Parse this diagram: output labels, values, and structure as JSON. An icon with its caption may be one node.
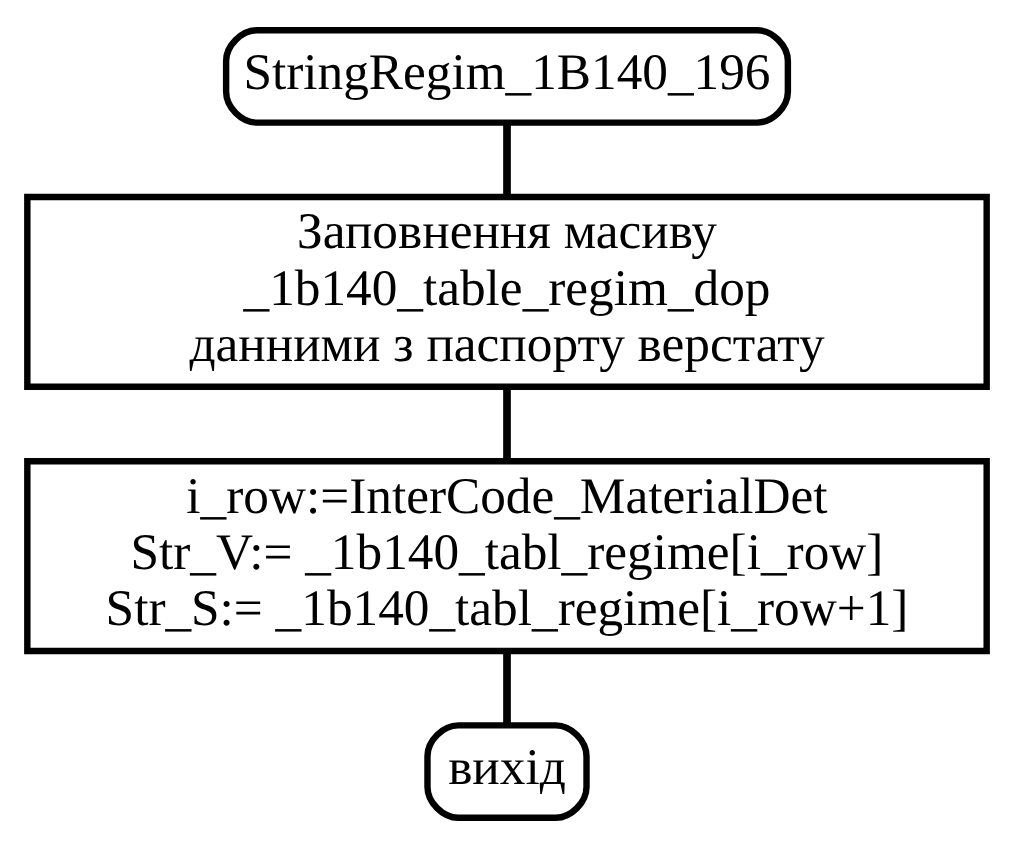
{
  "diagram": {
    "nodes": [
      {
        "text": [
          "StringRegim_1B140_196"
        ]
      },
      {
        "text": [
          "Заповнення масиву _1b140_table_regim_dop данними з паспорту верстату"
        ]
      },
      {
        "text": [
          "i_row:=InterCode_MaterialDet",
          "Str_V:= _1b140_tabl_regime[i_row]",
          "Str_S:= _1b140_tabl_regime[i_row+1]"
        ]
      },
      {
        "text": [
          "вихід"
        ]
      }
    ],
    "edges": [
      {
        "from": 0,
        "to": 1,
        "arrow": "none"
      },
      {
        "from": 1,
        "to": 2,
        "arrow": "none"
      },
      {
        "from": 2,
        "to": 3,
        "arrow": "none"
      }
    ]
  }
}
